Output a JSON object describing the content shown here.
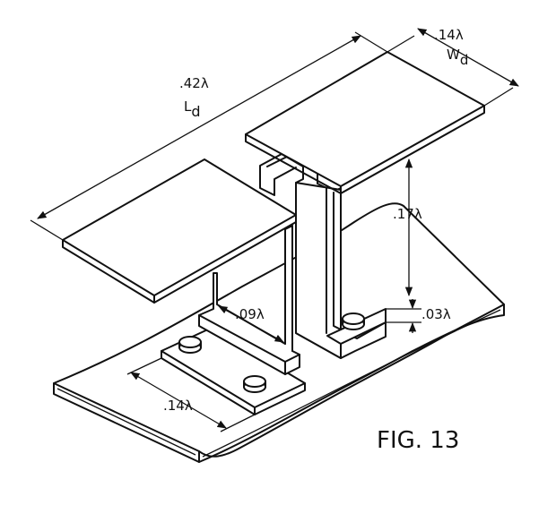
{
  "figure": {
    "caption": "FIG. 13"
  },
  "dimensions": {
    "length": {
      "value": ".42λ",
      "symbol": "L",
      "subscript": "d"
    },
    "width": {
      "value": ".14λ",
      "symbol": "W",
      "subscript": "d"
    },
    "height": {
      "value": ".17λ"
    },
    "foot_height": {
      "value": ".03λ"
    },
    "gap": {
      "value": ".09λ"
    },
    "base_length": {
      "value": ".14λ"
    }
  }
}
